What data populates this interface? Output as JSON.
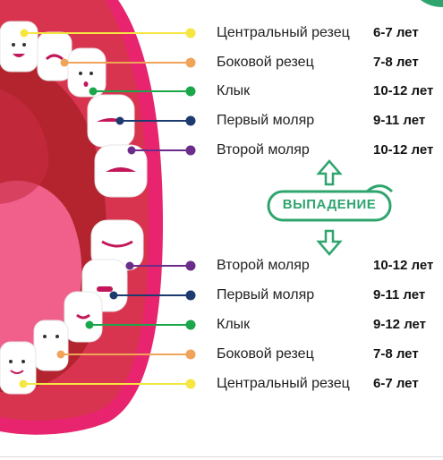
{
  "upper_teeth": [
    {
      "name": "Центральный резец",
      "age": "6-7 лет",
      "color": "#f5e642"
    },
    {
      "name": "Боковой резец",
      "age": "7-8 лет",
      "color": "#f0a45a"
    },
    {
      "name": "Клык",
      "age": "10-12 лет",
      "color": "#1aa64a"
    },
    {
      "name": "Первый моляр",
      "age": "9-11 лет",
      "color": "#1d3b6e"
    },
    {
      "name": "Второй моляр",
      "age": "10-12 лет",
      "color": "#6b2c8a"
    }
  ],
  "center_label": "ВЫПАДЕНИЕ",
  "lower_teeth": [
    {
      "name": "Второй моляр",
      "age": "10-12 лет",
      "color": "#6b2c8a"
    },
    {
      "name": "Первый моляр",
      "age": "9-11 лет",
      "color": "#1d3b6e"
    },
    {
      "name": "Клык",
      "age": "9-12 лет",
      "color": "#1aa64a"
    },
    {
      "name": "Боковой резец",
      "age": "7-8 лет",
      "color": "#f0a45a"
    },
    {
      "name": "Центральный резец",
      "age": "6-7 лет",
      "color": "#f5e642"
    }
  ],
  "colors": {
    "lip": "#e8246f",
    "gum": "#d93c5c",
    "mouth_dark": "#b3242f",
    "tongue": "#f0608a",
    "accent_green": "#2fa56e"
  }
}
